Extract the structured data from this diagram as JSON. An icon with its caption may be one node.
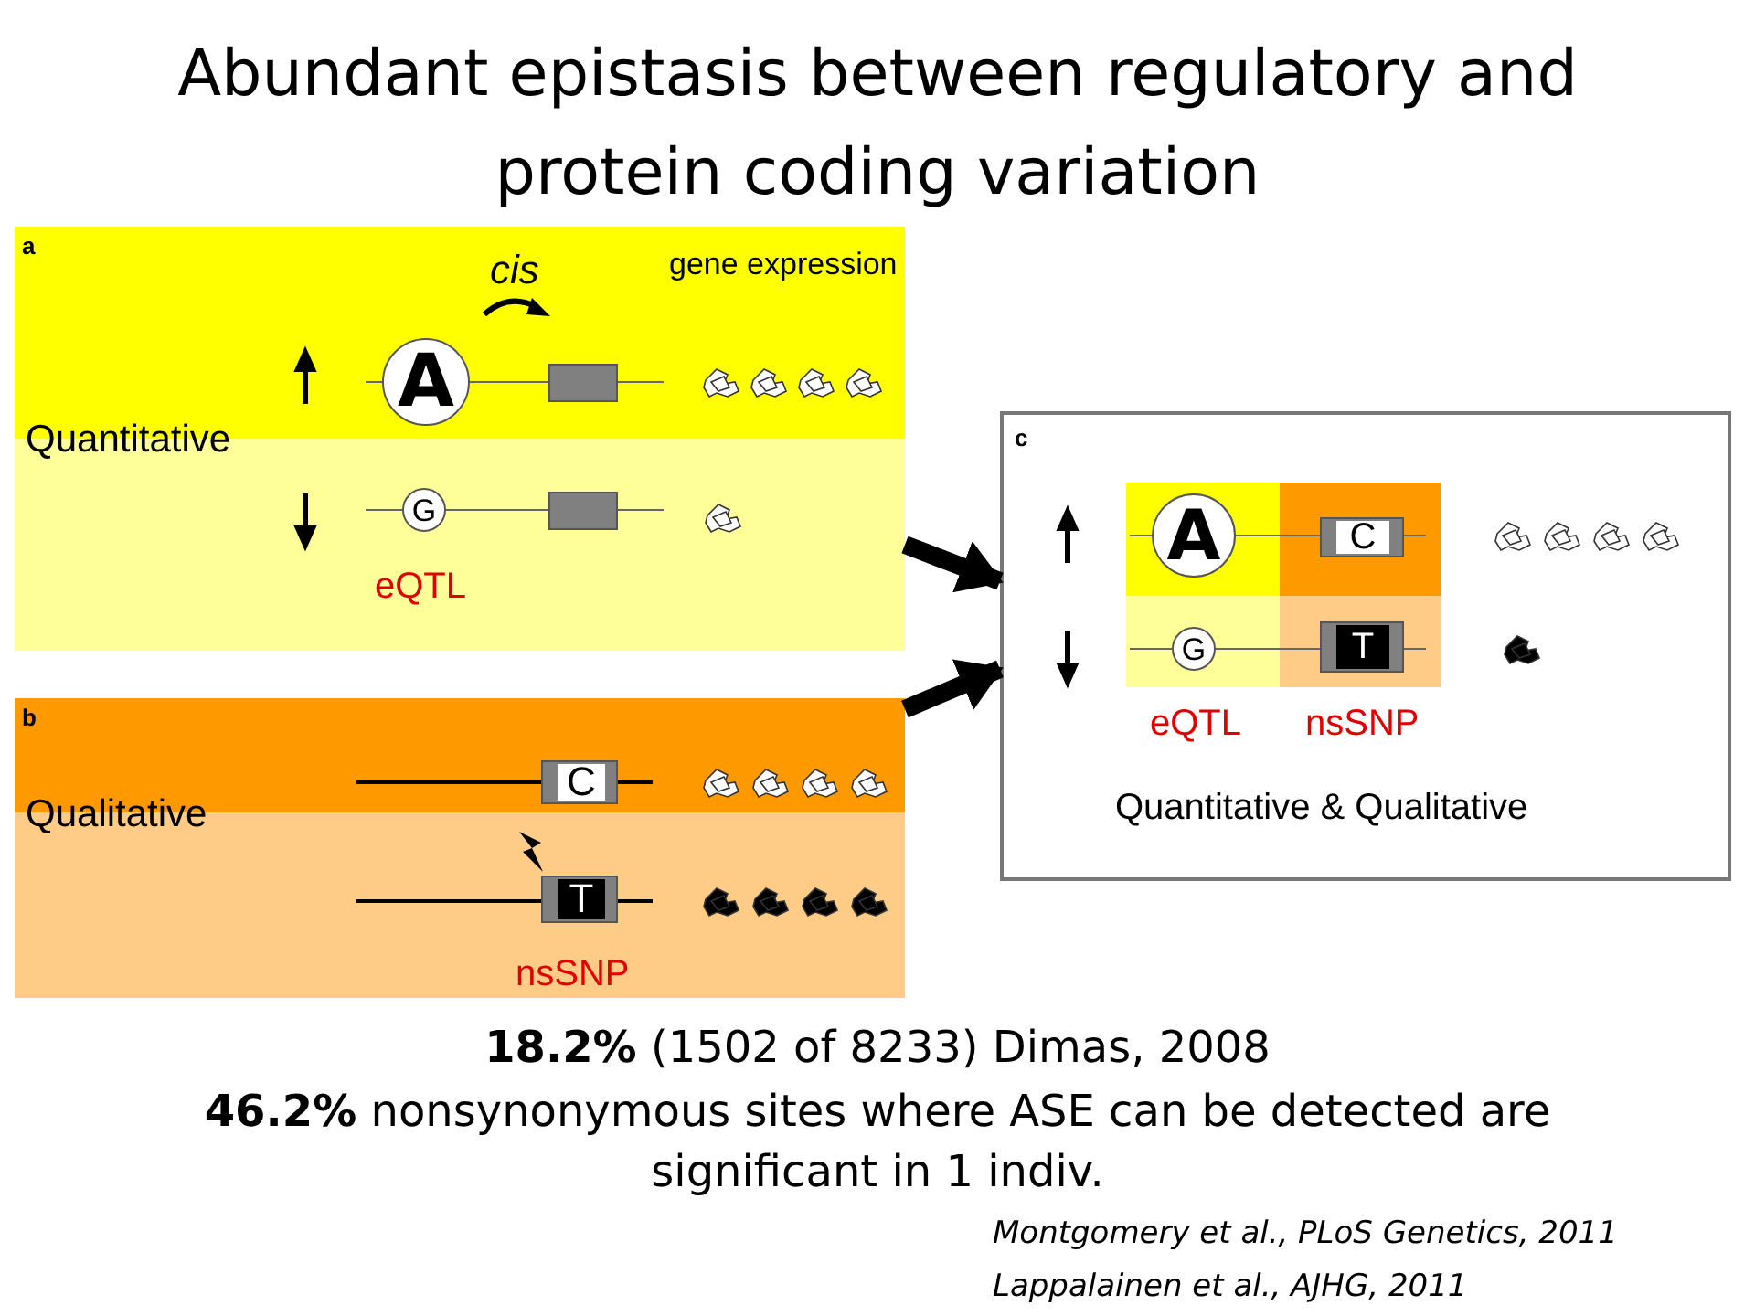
{
  "diagram": {
    "title": "Abundant epistasis between regulatory and protein coding variation",
    "nodes": [
      {
        "text": [
          "a",
          "cis",
          "gene expression",
          "Quantitative",
          "eQTL"
        ]
      },
      {
        "text": [
          "A"
        ],
        "in": 0
      },
      {
        "text": [],
        "shape": "box",
        "in": 0
      },
      {
        "text": [
          "G"
        ],
        "in": 0
      },
      {
        "text": [],
        "shape": "box",
        "in": 0
      },
      {
        "text": [
          "b",
          "Qualitative",
          "nsSNP"
        ]
      },
      {
        "text": [
          "C"
        ],
        "in": 5
      },
      {
        "text": [
          "T"
        ],
        "in": 5
      },
      {
        "text": [
          "c",
          "eQTL",
          "nsSNP",
          "Quantitative & Qualitative"
        ]
      },
      {
        "text": [
          "A"
        ],
        "in": 8
      },
      {
        "text": [
          "C"
        ],
        "in": 8
      },
      {
        "text": [
          "G"
        ],
        "in": 8
      },
      {
        "text": [
          "T"
        ],
        "in": 8
      }
    ],
    "edges": [
      {
        "from": 0,
        "to": 8,
        "arrow": "to"
      },
      {
        "from": 5,
        "to": 8,
        "arrow": "to"
      }
    ],
    "labels": [
      "**18.2%** (1502 of 8233) Dimas, 2008",
      "**46.2%** nonsynonymous sites where ASE can be detected are significant in 1 indiv.",
      "Montgomery et al., PLoS Genetics, 2011",
      "Lappalainen et al., AJHG, 2011"
    ]
  }
}
